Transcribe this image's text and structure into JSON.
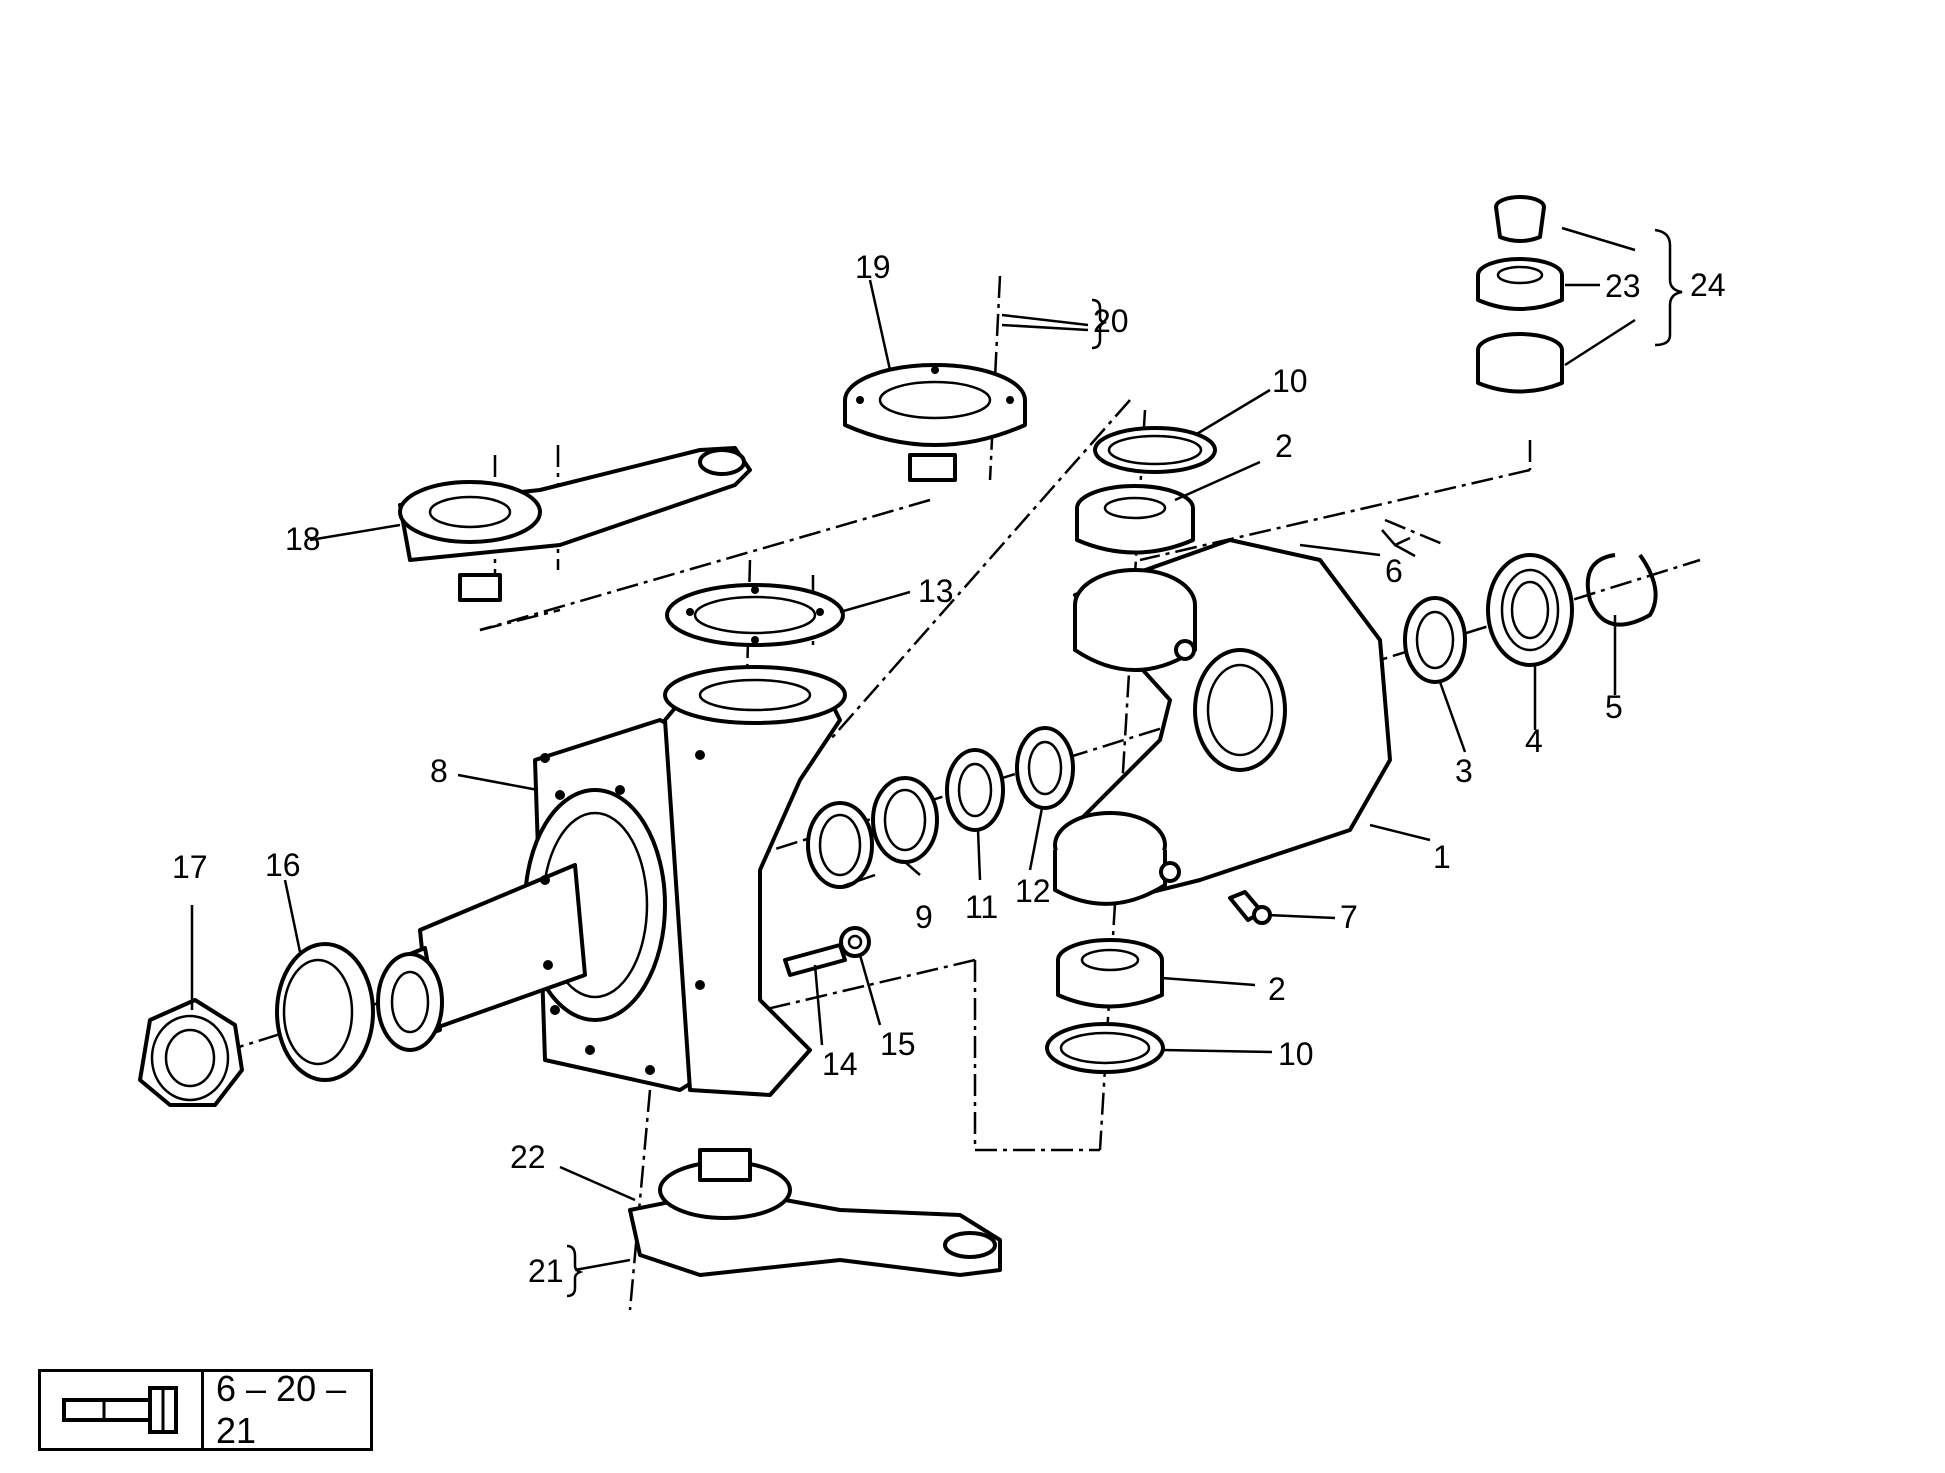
{
  "callouts": {
    "c1": "1",
    "c2a": "2",
    "c2b": "2",
    "c3": "3",
    "c4": "4",
    "c5": "5",
    "c6": "6",
    "c7": "7",
    "c8": "8",
    "c9": "9",
    "c10a": "10",
    "c10b": "10",
    "c11": "11",
    "c12": "12",
    "c13": "13",
    "c14": "14",
    "c15": "15",
    "c16": "16",
    "c17": "17",
    "c18": "18",
    "c19": "19",
    "c20": "20",
    "c21": "21",
    "c22": "22",
    "c23": "23",
    "c24": "24"
  },
  "reference": {
    "icon": "bolt-icon",
    "code": "6 – 20 – 21"
  }
}
